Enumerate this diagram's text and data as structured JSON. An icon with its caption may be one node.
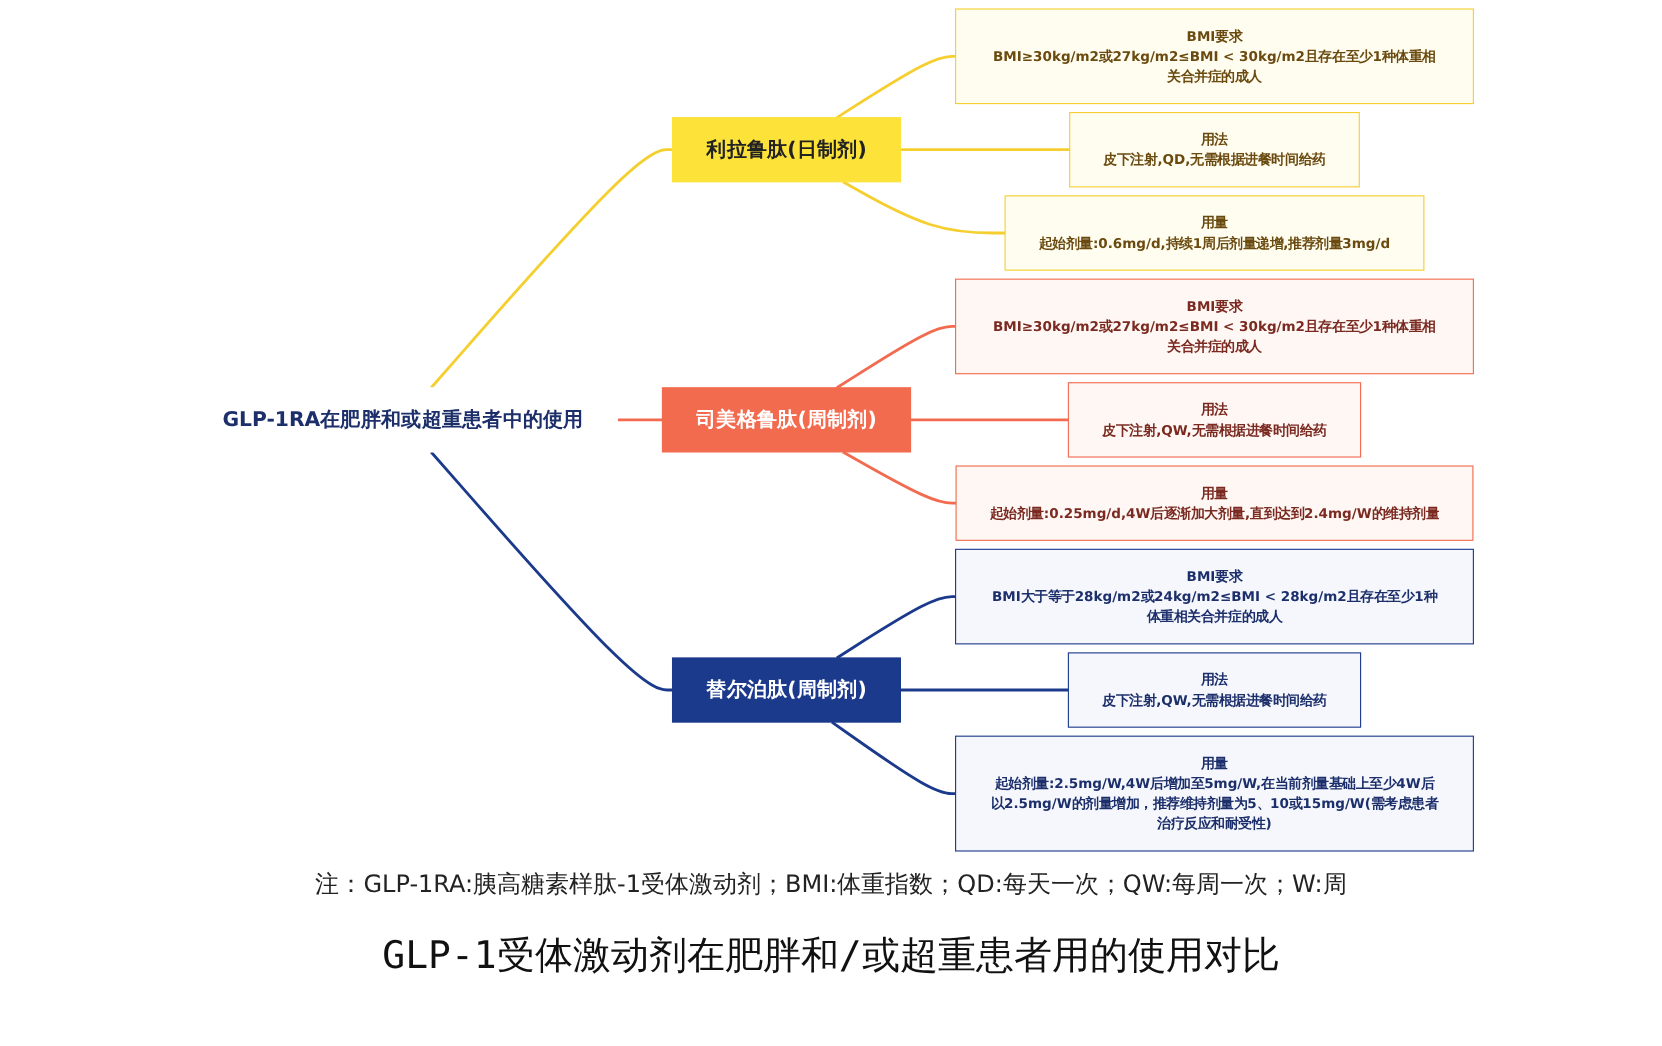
{
  "diagram": {
    "caption": "GLP-1受体激动剂在肥胖和/或超重患者用的使用对比",
    "nodes": [
      {
        "text": [
          "GLP-1RA在肥胖和或超重患者中的使用"
        ]
      },
      {
        "text": [
          "利拉鲁肽(日制剂)"
        ]
      },
      {
        "text": [
          "BMI要求",
          "BMI≥30kg/m2或27kg/m2≤BMI < 30kg/m2且存在至少1种体重相关合并症的成人"
        ]
      },
      {
        "text": [
          "用法",
          "皮下注射,QD,无需根据进餐时间给药"
        ]
      },
      {
        "text": [
          "用量",
          "起始剂量:0.6mg/d,持续1周后剂量递增,推荐剂量3mg/d"
        ]
      },
      {
        "text": [
          "司美格鲁肽(周制剂)"
        ]
      },
      {
        "text": [
          "BMI要求",
          "BMI≥30kg/m2或27kg/m2≤BMI < 30kg/m2且存在至少1种体重相关合并症的成人"
        ]
      },
      {
        "text": [
          "用法",
          "皮下注射,QW,无需根据进餐时间给药"
        ]
      },
      {
        "text": [
          "用量",
          "起始剂量:0.25mg/d,4W后逐渐加大剂量,直到达到2.4mg/W的维持剂量"
        ]
      },
      {
        "text": [
          "替尔泊肽(周制剂)"
        ]
      },
      {
        "text": [
          "BMI要求",
          "BMI大于等于28kg/m2或24kg/m2≤BMI < 28kg/m2且存在至少1种体重相关合并症的成人"
        ]
      },
      {
        "text": [
          "用法",
          "皮下注射,QW,无需根据进餐时间给药"
        ]
      },
      {
        "text": [
          "用量",
          "起始剂量:2.5mg/W,4W后增加至5mg/W,在当前剂量基础上至少4W后以2.5mg/W的剂量增加，推荐维持剂量为5、10或15mg/W(需考虑患者治疗反应和耐受性)"
        ]
      }
    ],
    "edges": [
      {
        "from": 0,
        "to": 1,
        "arrow": "none",
        "color": "#f5cf2f"
      },
      {
        "from": 1,
        "to": 2,
        "arrow": "none",
        "color": "#f5cf2f"
      },
      {
        "from": 1,
        "to": 3,
        "arrow": "none",
        "color": "#f5cf2f"
      },
      {
        "from": 1,
        "to": 4,
        "arrow": "none",
        "color": "#f5cf2f"
      },
      {
        "from": 0,
        "to": 5,
        "arrow": "none",
        "color": "#f26b4f"
      },
      {
        "from": 5,
        "to": 6,
        "arrow": "none",
        "color": "#f26b4f"
      },
      {
        "from": 5,
        "to": 7,
        "arrow": "none",
        "color": "#f26b4f"
      },
      {
        "from": 5,
        "to": 8,
        "arrow": "none",
        "color": "#f26b4f"
      },
      {
        "from": 0,
        "to": 9,
        "arrow": "none",
        "color": "#1c3a8c"
      },
      {
        "from": 9,
        "to": 10,
        "arrow": "none",
        "color": "#1c3a8c"
      },
      {
        "from": 9,
        "to": 11,
        "arrow": "none",
        "color": "#1c3a8c"
      },
      {
        "from": 9,
        "to": 12,
        "arrow": "none",
        "color": "#1c3a8c"
      }
    ],
    "labels": [
      "注：GLP-1RA:胰高糖素样肽-1受体激动剂；BMI:体重指数；QD:每天一次；QW:每周一次；W:周"
    ]
  }
}
